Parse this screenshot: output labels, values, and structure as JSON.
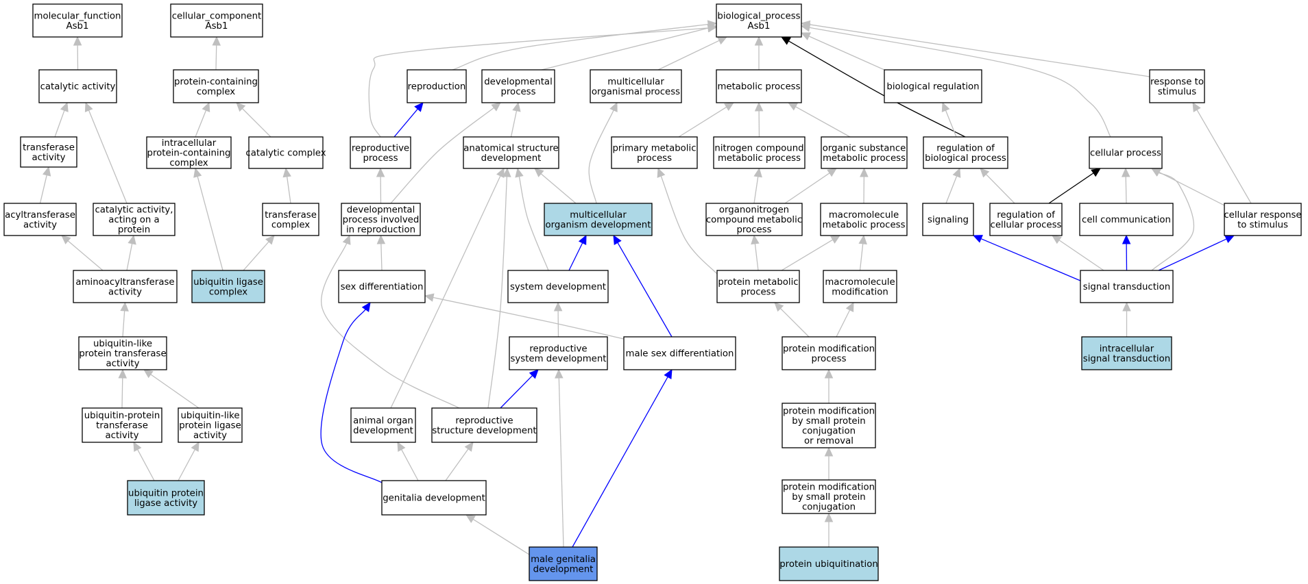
{
  "graph": {
    "colors": {
      "gray_edge": "#bfbfbf",
      "blue_edge": "#0000ff",
      "black_edge": "#000000",
      "node_fill": "#ffffff",
      "annotated_fill": "#add8e6",
      "query_fill": "#6495ed"
    },
    "nodes": [
      {
        "id": "mf_root",
        "lines": [
          "molecular_function",
          "Asb1"
        ],
        "style": "plain"
      },
      {
        "id": "cc_root",
        "lines": [
          "cellular_component",
          "Asb1"
        ],
        "style": "plain"
      },
      {
        "id": "bp_root",
        "lines": [
          "biological_process",
          "Asb1"
        ],
        "style": "plain"
      },
      {
        "id": "catalytic_activity",
        "lines": [
          "catalytic activity"
        ],
        "style": "plain"
      },
      {
        "id": "protein_containing_complex",
        "lines": [
          "protein-containing",
          "complex"
        ],
        "style": "plain"
      },
      {
        "id": "reproduction",
        "lines": [
          "reproduction"
        ],
        "style": "plain"
      },
      {
        "id": "developmental_process",
        "lines": [
          "developmental",
          "process"
        ],
        "style": "plain"
      },
      {
        "id": "multicellular_organismal_process",
        "lines": [
          "multicellular",
          "organismal process"
        ],
        "style": "plain"
      },
      {
        "id": "metabolic_process",
        "lines": [
          "metabolic process"
        ],
        "style": "plain"
      },
      {
        "id": "biological_regulation",
        "lines": [
          "biological regulation"
        ],
        "style": "plain"
      },
      {
        "id": "response_to_stimulus",
        "lines": [
          "response to",
          "stimulus"
        ],
        "style": "plain"
      },
      {
        "id": "transferase_activity",
        "lines": [
          "transferase",
          "activity"
        ],
        "style": "plain"
      },
      {
        "id": "intracellular_protein_containing_complex",
        "lines": [
          "intracellular",
          "protein-containing",
          "complex"
        ],
        "style": "plain"
      },
      {
        "id": "catalytic_complex",
        "lines": [
          "catalytic complex"
        ],
        "style": "plain"
      },
      {
        "id": "reproductive_process",
        "lines": [
          "reproductive",
          "process"
        ],
        "style": "plain"
      },
      {
        "id": "anatomical_structure_development",
        "lines": [
          "anatomical structure",
          "development"
        ],
        "style": "plain"
      },
      {
        "id": "primary_metabolic_process",
        "lines": [
          "primary metabolic",
          "process"
        ],
        "style": "plain"
      },
      {
        "id": "nitrogen_compound_metabolic_process",
        "lines": [
          "nitrogen compound",
          "metabolic process"
        ],
        "style": "plain"
      },
      {
        "id": "organic_substance_metabolic_process",
        "lines": [
          "organic substance",
          "metabolic process"
        ],
        "style": "plain"
      },
      {
        "id": "regulation_of_biological_process",
        "lines": [
          "regulation of",
          "biological process"
        ],
        "style": "plain"
      },
      {
        "id": "cellular_process",
        "lines": [
          "cellular process"
        ],
        "style": "plain"
      },
      {
        "id": "acyltransferase_activity",
        "lines": [
          "acyltransferase",
          "activity"
        ],
        "style": "plain"
      },
      {
        "id": "catalytic_activity_acting_on_a_protein",
        "lines": [
          "catalytic activity,",
          "acting on a",
          "protein"
        ],
        "style": "plain"
      },
      {
        "id": "transferase_complex",
        "lines": [
          "transferase",
          "complex"
        ],
        "style": "plain"
      },
      {
        "id": "developmental_process_involved_in_reproduction",
        "lines": [
          "developmental",
          "process involved",
          "in reproduction"
        ],
        "style": "plain"
      },
      {
        "id": "multicellular_organism_development",
        "lines": [
          "multicellular",
          "organism development"
        ],
        "style": "annotated"
      },
      {
        "id": "organonitrogen_compound_metabolic_process",
        "lines": [
          "organonitrogen",
          "compound metabolic",
          "process"
        ],
        "style": "plain"
      },
      {
        "id": "macromolecule_metabolic_process",
        "lines": [
          "macromolecule",
          "metabolic process"
        ],
        "style": "plain"
      },
      {
        "id": "signaling",
        "lines": [
          "signaling"
        ],
        "style": "plain"
      },
      {
        "id": "regulation_of_cellular_process",
        "lines": [
          "regulation of",
          "cellular process"
        ],
        "style": "plain"
      },
      {
        "id": "cell_communication",
        "lines": [
          "cell communication"
        ],
        "style": "plain"
      },
      {
        "id": "cellular_response_to_stimulus",
        "lines": [
          "cellular response",
          "to stimulus"
        ],
        "style": "plain"
      },
      {
        "id": "aminoacyltransferase_activity",
        "lines": [
          "aminoacyltransferase",
          "activity"
        ],
        "style": "plain"
      },
      {
        "id": "ubiquitin_ligase_complex",
        "lines": [
          "ubiquitin ligase",
          "complex"
        ],
        "style": "annotated"
      },
      {
        "id": "sex_differentiation",
        "lines": [
          "sex differentiation"
        ],
        "style": "plain"
      },
      {
        "id": "system_development",
        "lines": [
          "system development"
        ],
        "style": "plain"
      },
      {
        "id": "protein_metabolic_process",
        "lines": [
          "protein metabolic",
          "process"
        ],
        "style": "plain"
      },
      {
        "id": "macromolecule_modification",
        "lines": [
          "macromolecule",
          "modification"
        ],
        "style": "plain"
      },
      {
        "id": "signal_transduction",
        "lines": [
          "signal transduction"
        ],
        "style": "plain"
      },
      {
        "id": "ubiquitin_like_protein_transferase_activity",
        "lines": [
          "ubiquitin-like",
          "protein transferase",
          "activity"
        ],
        "style": "plain"
      },
      {
        "id": "reproductive_system_development",
        "lines": [
          "reproductive",
          "system development"
        ],
        "style": "plain"
      },
      {
        "id": "male_sex_differentiation",
        "lines": [
          "male sex differentiation"
        ],
        "style": "plain"
      },
      {
        "id": "protein_modification_process",
        "lines": [
          "protein modification",
          "process"
        ],
        "style": "plain"
      },
      {
        "id": "intracellular_signal_transduction",
        "lines": [
          "intracellular",
          "signal transduction"
        ],
        "style": "annotated"
      },
      {
        "id": "ubiquitin_protein_transferase_activity",
        "lines": [
          "ubiquitin-protein",
          "transferase",
          "activity"
        ],
        "style": "plain"
      },
      {
        "id": "ubiquitin_like_protein_ligase_activity",
        "lines": [
          "ubiquitin-like",
          "protein ligase",
          "activity"
        ],
        "style": "plain"
      },
      {
        "id": "animal_organ_development",
        "lines": [
          "animal organ",
          "development"
        ],
        "style": "plain"
      },
      {
        "id": "reproductive_structure_development",
        "lines": [
          "reproductive",
          "structure development"
        ],
        "style": "plain"
      },
      {
        "id": "protein_modification_by_small_protein_conjugation_or_removal",
        "lines": [
          "protein modification",
          "by small protein",
          "conjugation",
          "or removal"
        ],
        "style": "plain"
      },
      {
        "id": "ubiquitin_protein_ligase_activity",
        "lines": [
          "ubiquitin protein",
          "ligase activity"
        ],
        "style": "annotated"
      },
      {
        "id": "genitalia_development",
        "lines": [
          "genitalia development"
        ],
        "style": "plain"
      },
      {
        "id": "protein_modification_by_small_protein_conjugation",
        "lines": [
          "protein modification",
          "by small protein",
          "conjugation"
        ],
        "style": "plain"
      },
      {
        "id": "male_genitalia_development",
        "lines": [
          "male genitalia",
          "development"
        ],
        "style": "query"
      },
      {
        "id": "protein_ubiquitination",
        "lines": [
          "protein ubiquitination"
        ],
        "style": "annotated"
      }
    ],
    "edges": [
      {
        "from": "catalytic_activity",
        "to": "mf_root",
        "color": "gray"
      },
      {
        "from": "transferase_activity",
        "to": "catalytic_activity",
        "color": "gray"
      },
      {
        "from": "catalytic_activity_acting_on_a_protein",
        "to": "catalytic_activity",
        "color": "gray"
      },
      {
        "from": "acyltransferase_activity",
        "to": "transferase_activity",
        "color": "gray"
      },
      {
        "from": "aminoacyltransferase_activity",
        "to": "acyltransferase_activity",
        "color": "gray"
      },
      {
        "from": "aminoacyltransferase_activity",
        "to": "catalytic_activity_acting_on_a_protein",
        "color": "gray"
      },
      {
        "from": "ubiquitin_like_protein_transferase_activity",
        "to": "aminoacyltransferase_activity",
        "color": "gray"
      },
      {
        "from": "ubiquitin_protein_transferase_activity",
        "to": "ubiquitin_like_protein_transferase_activity",
        "color": "gray"
      },
      {
        "from": "ubiquitin_like_protein_ligase_activity",
        "to": "ubiquitin_like_protein_transferase_activity",
        "color": "gray"
      },
      {
        "from": "ubiquitin_protein_ligase_activity",
        "to": "ubiquitin_protein_transferase_activity",
        "color": "gray"
      },
      {
        "from": "ubiquitin_protein_ligase_activity",
        "to": "ubiquitin_like_protein_ligase_activity",
        "color": "gray"
      },
      {
        "from": "protein_containing_complex",
        "to": "cc_root",
        "color": "gray"
      },
      {
        "from": "intracellular_protein_containing_complex",
        "to": "protein_containing_complex",
        "color": "gray"
      },
      {
        "from": "catalytic_complex",
        "to": "protein_containing_complex",
        "color": "gray"
      },
      {
        "from": "transferase_complex",
        "to": "catalytic_complex",
        "color": "gray"
      },
      {
        "from": "ubiquitin_ligase_complex",
        "to": "intracellular_protein_containing_complex",
        "color": "gray"
      },
      {
        "from": "ubiquitin_ligase_complex",
        "to": "transferase_complex",
        "color": "gray"
      },
      {
        "from": "reproduction",
        "to": "bp_root",
        "color": "gray"
      },
      {
        "from": "developmental_process",
        "to": "bp_root",
        "color": "gray"
      },
      {
        "from": "multicellular_organismal_process",
        "to": "bp_root",
        "color": "gray"
      },
      {
        "from": "metabolic_process",
        "to": "bp_root",
        "color": "gray"
      },
      {
        "from": "biological_regulation",
        "to": "bp_root",
        "color": "gray"
      },
      {
        "from": "response_to_stimulus",
        "to": "bp_root",
        "color": "gray"
      },
      {
        "from": "reproductive_process",
        "to": "bp_root",
        "color": "gray"
      },
      {
        "from": "cellular_process",
        "to": "bp_root",
        "color": "gray"
      },
      {
        "from": "regulation_of_biological_process",
        "to": "bp_root",
        "color": "black"
      },
      {
        "from": "reproductive_process",
        "to": "reproduction",
        "color": "blue"
      },
      {
        "from": "anatomical_structure_development",
        "to": "developmental_process",
        "color": "gray"
      },
      {
        "from": "developmental_process_involved_in_reproduction",
        "to": "developmental_process",
        "color": "gray"
      },
      {
        "from": "developmental_process_involved_in_reproduction",
        "to": "reproductive_process",
        "color": "gray"
      },
      {
        "from": "multicellular_organism_development",
        "to": "multicellular_organismal_process",
        "color": "gray"
      },
      {
        "from": "multicellular_organism_development",
        "to": "anatomical_structure_development",
        "color": "gray"
      },
      {
        "from": "primary_metabolic_process",
        "to": "metabolic_process",
        "color": "gray"
      },
      {
        "from": "nitrogen_compound_metabolic_process",
        "to": "metabolic_process",
        "color": "gray"
      },
      {
        "from": "organic_substance_metabolic_process",
        "to": "metabolic_process",
        "color": "gray"
      },
      {
        "from": "organonitrogen_compound_metabolic_process",
        "to": "nitrogen_compound_metabolic_process",
        "color": "gray"
      },
      {
        "from": "organonitrogen_compound_metabolic_process",
        "to": "organic_substance_metabolic_process",
        "color": "gray"
      },
      {
        "from": "macromolecule_metabolic_process",
        "to": "organic_substance_metabolic_process",
        "color": "gray"
      },
      {
        "from": "regulation_of_biological_process",
        "to": "biological_regulation",
        "color": "gray"
      },
      {
        "from": "cellular_response_to_stimulus",
        "to": "response_to_stimulus",
        "color": "gray"
      },
      {
        "from": "signaling",
        "to": "regulation_of_biological_process",
        "color": "gray"
      },
      {
        "from": "regulation_of_cellular_process",
        "to": "regulation_of_biological_process",
        "color": "gray"
      },
      {
        "from": "regulation_of_cellular_process",
        "to": "cellular_process",
        "color": "black"
      },
      {
        "from": "cell_communication",
        "to": "cellular_process",
        "color": "gray"
      },
      {
        "from": "cellular_response_to_stimulus",
        "to": "cellular_process",
        "color": "gray"
      },
      {
        "from": "signal_transduction",
        "to": "cellular_process",
        "color": "gray"
      },
      {
        "from": "sex_differentiation",
        "to": "developmental_process_involved_in_reproduction",
        "color": "gray"
      },
      {
        "from": "system_development",
        "to": "multicellular_organism_development",
        "color": "blue"
      },
      {
        "from": "system_development",
        "to": "anatomical_structure_development",
        "color": "gray"
      },
      {
        "from": "protein_metabolic_process",
        "to": "primary_metabolic_process",
        "color": "gray"
      },
      {
        "from": "protein_metabolic_process",
        "to": "organonitrogen_compound_metabolic_process",
        "color": "gray"
      },
      {
        "from": "protein_metabolic_process",
        "to": "macromolecule_metabolic_process",
        "color": "gray"
      },
      {
        "from": "macromolecule_modification",
        "to": "macromolecule_metabolic_process",
        "color": "gray"
      },
      {
        "from": "signal_transduction",
        "to": "signaling",
        "color": "blue"
      },
      {
        "from": "signal_transduction",
        "to": "regulation_of_cellular_process",
        "color": "gray"
      },
      {
        "from": "signal_transduction",
        "to": "cell_communication",
        "color": "blue"
      },
      {
        "from": "signal_transduction",
        "to": "cellular_response_to_stimulus",
        "color": "blue"
      },
      {
        "from": "reproductive_system_development",
        "to": "system_development",
        "color": "gray"
      },
      {
        "from": "male_sex_differentiation",
        "to": "sex_differentiation",
        "color": "gray"
      },
      {
        "from": "male_sex_differentiation",
        "to": "multicellular_organism_development",
        "color": "blue"
      },
      {
        "from": "protein_modification_process",
        "to": "protein_metabolic_process",
        "color": "gray"
      },
      {
        "from": "protein_modification_process",
        "to": "macromolecule_modification",
        "color": "gray"
      },
      {
        "from": "intracellular_signal_transduction",
        "to": "signal_transduction",
        "color": "gray"
      },
      {
        "from": "animal_organ_development",
        "to": "anatomical_structure_development",
        "color": "gray"
      },
      {
        "from": "reproductive_structure_development",
        "to": "anatomical_structure_development",
        "color": "gray"
      },
      {
        "from": "reproductive_structure_development",
        "to": "developmental_process_involved_in_reproduction",
        "color": "gray"
      },
      {
        "from": "reproductive_structure_development",
        "to": "reproductive_system_development",
        "color": "blue"
      },
      {
        "from": "protein_modification_by_small_protein_conjugation_or_removal",
        "to": "protein_modification_process",
        "color": "gray"
      },
      {
        "from": "genitalia_development",
        "to": "sex_differentiation",
        "color": "blue"
      },
      {
        "from": "genitalia_development",
        "to": "animal_organ_development",
        "color": "gray"
      },
      {
        "from": "genitalia_development",
        "to": "reproductive_structure_development",
        "color": "gray"
      },
      {
        "from": "protein_modification_by_small_protein_conjugation",
        "to": "protein_modification_by_small_protein_conjugation_or_removal",
        "color": "gray"
      },
      {
        "from": "male_genitalia_development",
        "to": "genitalia_development",
        "color": "gray"
      },
      {
        "from": "male_genitalia_development",
        "to": "reproductive_system_development",
        "color": "gray"
      },
      {
        "from": "male_genitalia_development",
        "to": "male_sex_differentiation",
        "color": "blue"
      },
      {
        "from": "protein_ubiquitination",
        "to": "protein_modification_by_small_protein_conjugation",
        "color": "gray"
      }
    ]
  }
}
